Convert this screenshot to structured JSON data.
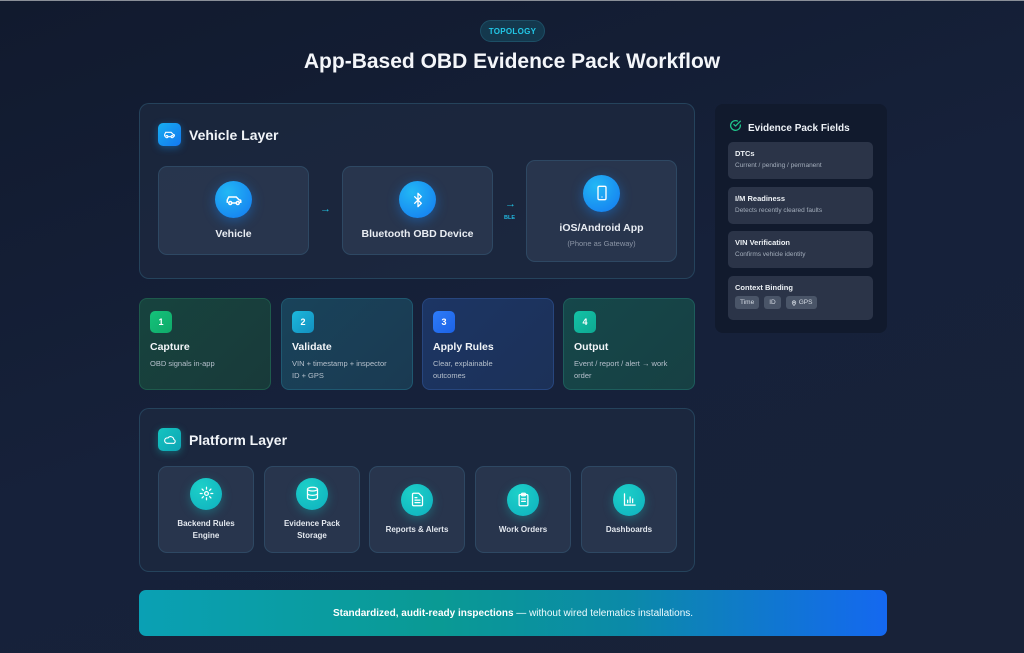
{
  "header": {
    "badge": "TOPOLOGY",
    "title": "App-Based OBD Evidence Pack Workflow"
  },
  "vehicle_layer": {
    "title": "Vehicle Layer",
    "icon": "car-icon",
    "nodes": [
      {
        "label": "Vehicle",
        "icon": "car-icon"
      },
      {
        "label": "Bluetooth OBD Device",
        "icon": "bluetooth-icon"
      },
      {
        "label": "iOS/Android App",
        "sub": "(Phone as Gateway)",
        "icon": "smartphone-icon"
      }
    ],
    "connectors": [
      {
        "arrow": "→",
        "label": ""
      },
      {
        "arrow": "→",
        "label": "BLE"
      }
    ]
  },
  "steps": [
    {
      "num": "1",
      "title": "Capture",
      "desc": "OBD signals in-app",
      "color": "#14c37a"
    },
    {
      "num": "2",
      "title": "Validate",
      "desc": "VIN + timestamp + inspector ID + GPS",
      "color": "#1cb8dc"
    },
    {
      "num": "3",
      "title": "Apply Rules",
      "desc": "Clear, explainable outcomes",
      "color": "#2e7cf8"
    },
    {
      "num": "4",
      "title": "Output",
      "desc": "Event / report / alert → work order",
      "color": "#14c3a6"
    }
  ],
  "platform_layer": {
    "title": "Platform Layer",
    "icon": "cloud-icon",
    "nodes": [
      {
        "label": "Backend Rules Engine",
        "icon": "gear-icon"
      },
      {
        "label": "Evidence Pack Storage",
        "icon": "database-icon"
      },
      {
        "label": "Reports & Alerts",
        "icon": "report-alert-icon"
      },
      {
        "label": "Work Orders",
        "icon": "clipboard-icon"
      },
      {
        "label": "Dashboards",
        "icon": "bar-chart-icon"
      }
    ]
  },
  "evidence_fields": {
    "title": "Evidence Pack Fields",
    "icon": "check-circle-icon",
    "items": [
      {
        "title": "DTCs",
        "desc": "Current / pending / permanent"
      },
      {
        "title": "I/M Readiness",
        "desc": "Detects recently cleared faults"
      },
      {
        "title": "VIN Verification",
        "desc": "Confirms vehicle identity"
      },
      {
        "title": "Context Binding",
        "chips": [
          "Time",
          "ID",
          "GPS"
        ]
      }
    ]
  },
  "banner": {
    "bold": "Standardized, audit-ready inspections",
    "rest": " — without wired telematics installations."
  },
  "colors": {
    "accent_cyan": "#22c0e0",
    "accent_blue": "#1478f0",
    "accent_teal": "#0fb0bf",
    "check_green": "#1fc38a"
  }
}
